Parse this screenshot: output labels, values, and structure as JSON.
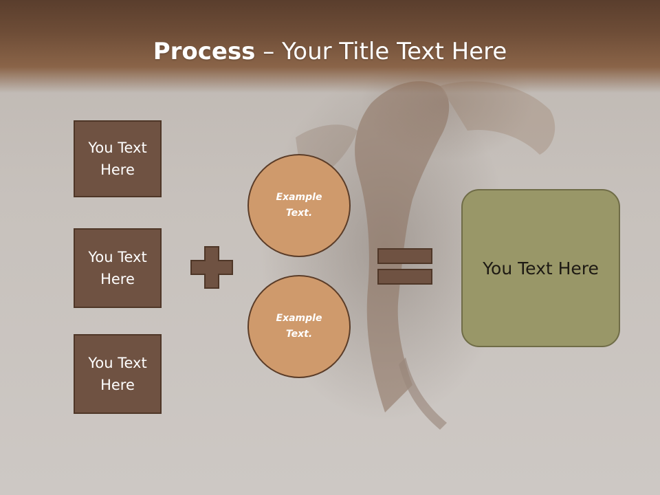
{
  "slide": {
    "title_bold": "Process",
    "title_rest": " – Your Title Text Here"
  },
  "inputs": [
    {
      "label": "You Text Here"
    },
    {
      "label": "You Text Here"
    },
    {
      "label": "You Text Here"
    }
  ],
  "circles": [
    {
      "label": "Example Text."
    },
    {
      "label": "Example Text."
    }
  ],
  "result": {
    "label": "You Text Here"
  },
  "operators": {
    "plus": "plus-icon",
    "equals": "equals-icon"
  },
  "colors": {
    "header": "#6e4d37",
    "box_fill": "#6f5242",
    "circle_fill": "#cf9a6c",
    "result_fill": "#999768",
    "operator_fill": "#6f5242"
  }
}
